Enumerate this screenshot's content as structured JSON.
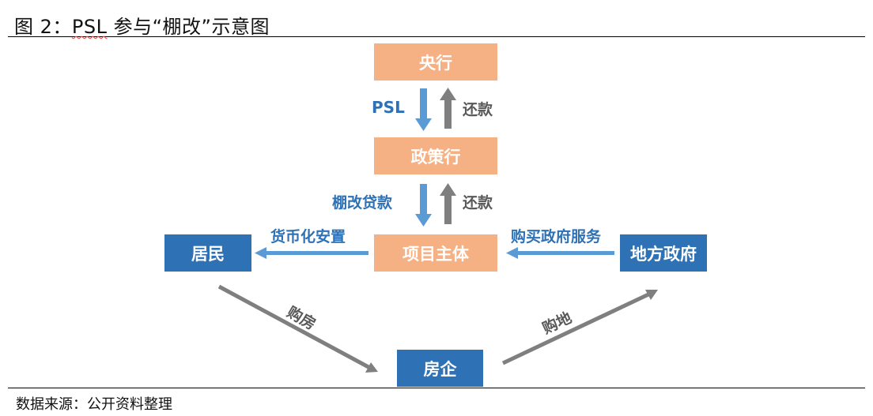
{
  "header": {
    "title_prefix": "图 2：",
    "title_psl": "PSL",
    "title_rest": " 参与“棚改”示意图"
  },
  "nodes": {
    "central_bank": "央行",
    "policy_bank": "政策行",
    "project_entity": "项目主体",
    "residents": "居民",
    "local_gov": "地方政府",
    "developer": "房企"
  },
  "edges": {
    "psl": "PSL",
    "repay_1": "还款",
    "shantytown_loan": "棚改贷款",
    "repay_2": "还款",
    "monetized_resettlement": "货币化安置",
    "buy_gov_service": "购买政府服务",
    "buy_house": "购房",
    "buy_land": "购地"
  },
  "footer": {
    "source": "数据来源：公开资料整理"
  },
  "colors": {
    "peach": "#f5b183",
    "blue": "#2e72b5",
    "light_blue_arrow": "#5b9bd5",
    "gray_arrow": "#808080"
  }
}
